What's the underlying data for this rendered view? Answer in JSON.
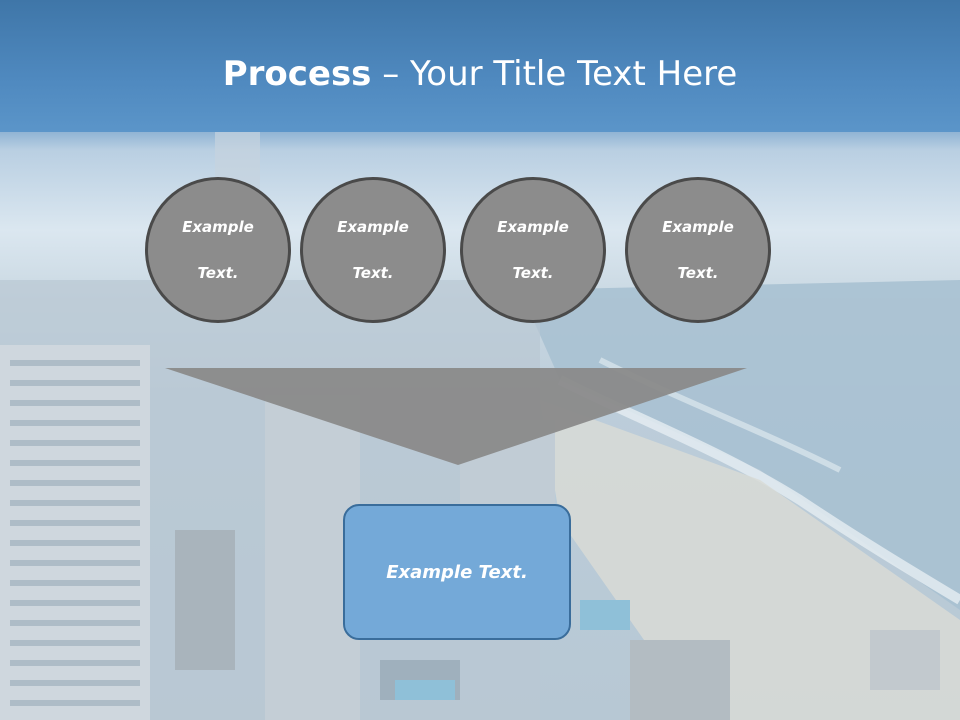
{
  "slide": {
    "title_bold": "Process",
    "title_rest": " – Your Title Text Here",
    "steps": [
      {
        "line1": "Example",
        "line2": "Text."
      },
      {
        "line1": "Example",
        "line2": "Text."
      },
      {
        "line1": "Example",
        "line2": "Text."
      },
      {
        "line1": "Example",
        "line2": "Text."
      }
    ],
    "result": "Example Text."
  },
  "colors": {
    "title_band": "#4a84bb",
    "circle_fill": "#8c8c8c",
    "circle_border": "#4a4a4a",
    "funnel": "#8a8a8a",
    "result_fill": "#74a9d8",
    "result_border": "#3a6d9b"
  }
}
